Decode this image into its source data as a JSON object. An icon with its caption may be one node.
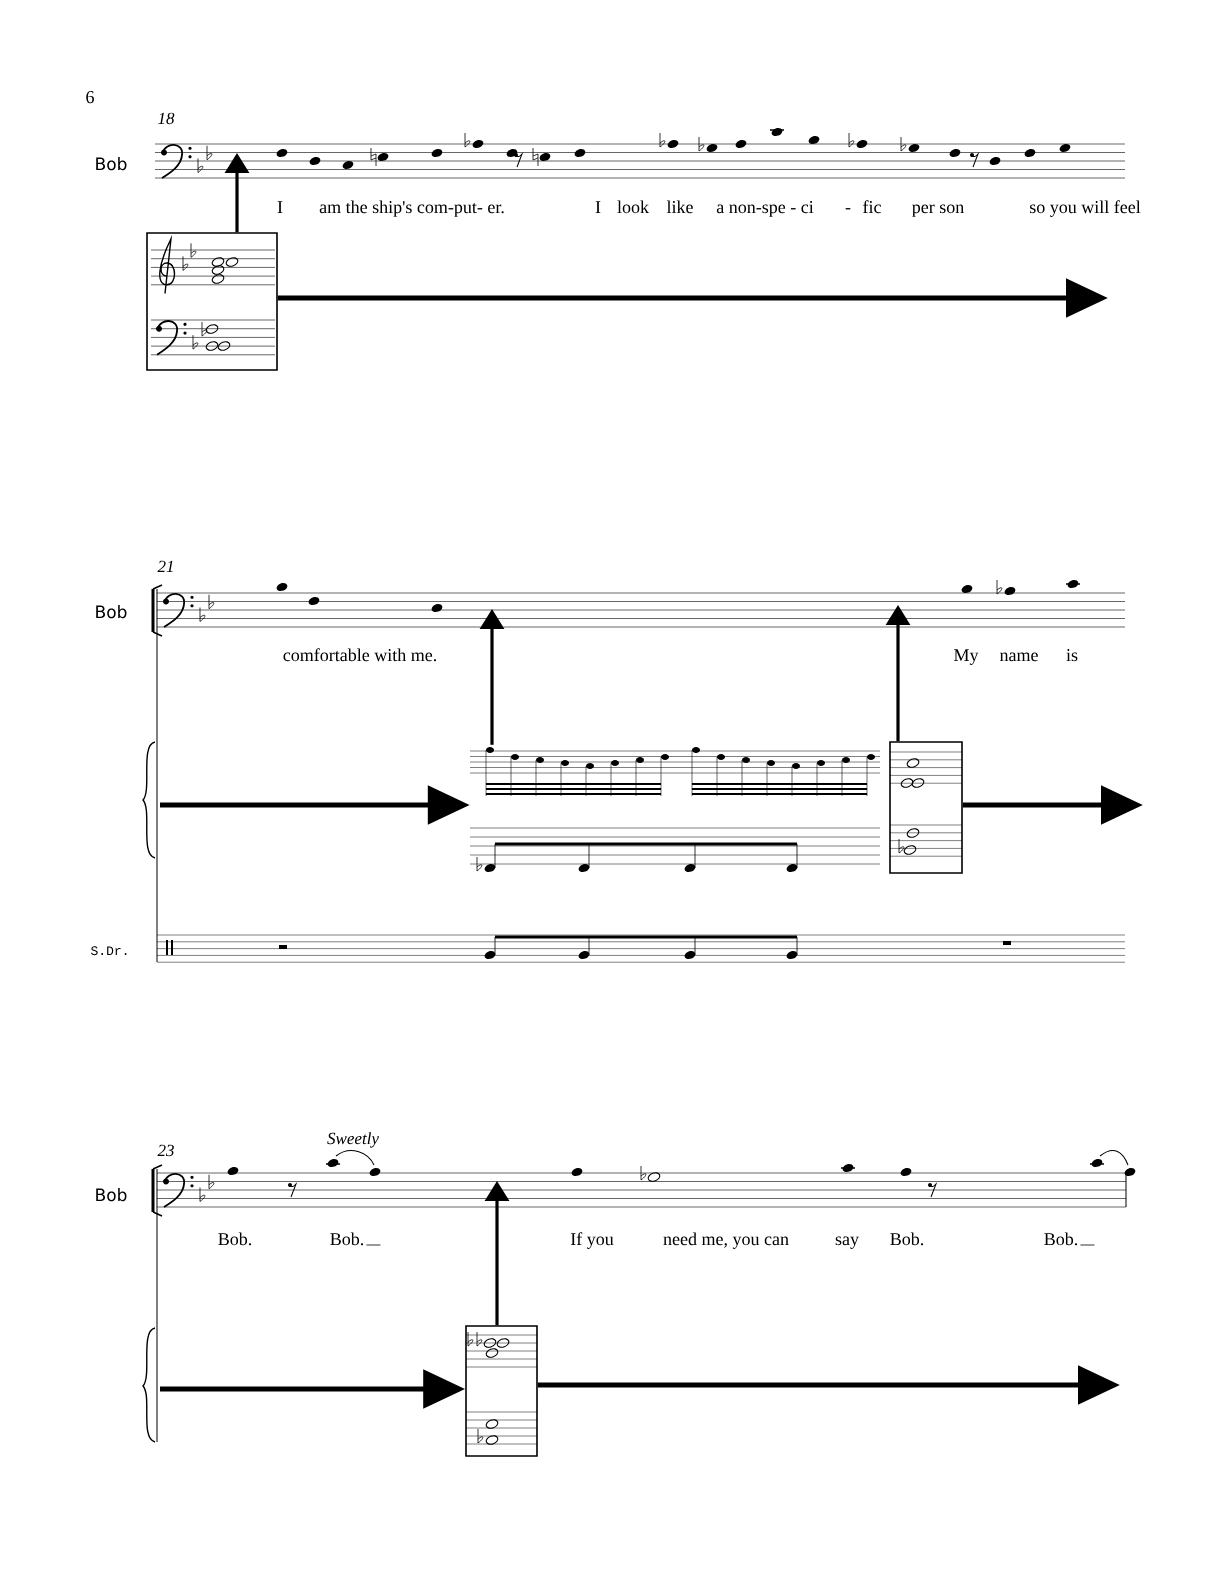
{
  "diagram": {
    "nodes": [
      {
        "text": [],
        "shape": "box"
      },
      {
        "text": [],
        "shape": "picture"
      },
      {
        "text": [],
        "shape": "box"
      },
      {
        "text": [],
        "shape": "box"
      }
    ],
    "edges": [
      {
        "from": 0,
        "to": null,
        "arrow": "to"
      },
      {
        "from": 0,
        "to": null,
        "arrow": "to"
      },
      {
        "from": null,
        "to": 1,
        "arrow": "to"
      },
      {
        "from": 1,
        "to": null,
        "arrow": "to"
      },
      {
        "from": 2,
        "to": null,
        "arrow": "to"
      },
      {
        "from": 2,
        "to": null,
        "arrow": "to"
      },
      {
        "from": null,
        "to": 3,
        "arrow": "to"
      },
      {
        "from": 3,
        "to": null,
        "arrow": "to"
      },
      {
        "from": 3,
        "to": null,
        "arrow": "to"
      }
    ],
    "labels": [
      "6",
      "18",
      "Bob",
      "I",
      "am the ship's com-put- er.",
      "I",
      "look",
      "like",
      "a non-spe - ci",
      "-",
      "fic",
      "per son",
      "so you will feel",
      "21",
      "Bob",
      "comfortable with me.",
      "My",
      "name",
      "is",
      "S.Dr.",
      "Sweetly",
      "23",
      "Bob",
      "Bob.",
      "Bob.",
      "If you",
      "need me, you can",
      "say",
      "Bob.",
      "Bob."
    ]
  }
}
